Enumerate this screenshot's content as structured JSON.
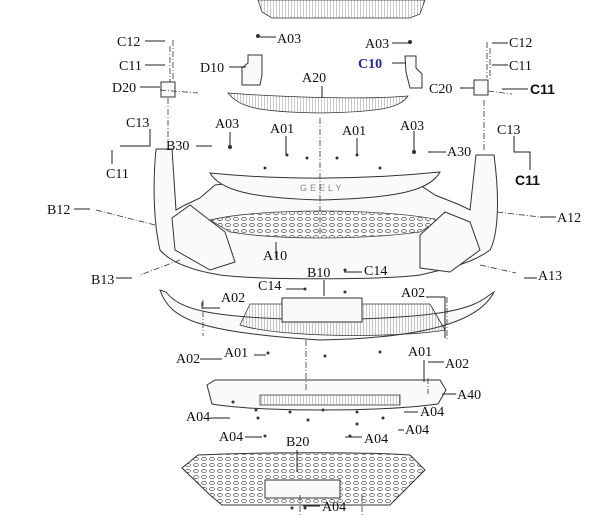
{
  "diagram": {
    "title": "Front bumper exploded parts diagram",
    "colors": {
      "highlight_label": "#2323b8",
      "line": "#222222"
    },
    "logo_text": "GEELY",
    "labels": [
      "C12",
      "C11",
      "D20",
      "A03",
      "D10",
      "A20",
      "A03",
      "C10",
      "C12",
      "C11",
      "C20",
      "C11",
      "C13",
      "A03",
      "A01",
      "A01",
      "A03",
      "B30",
      "A30",
      "C13",
      "C11",
      "C11",
      "B12",
      "A12",
      "A10",
      "B13",
      "A13",
      "B10",
      "C14",
      "C14",
      "A02",
      "A02",
      "A02",
      "A01",
      "A01",
      "A02",
      "A40",
      "A04",
      "A04",
      "A04",
      "A04",
      "A04",
      "B20",
      "A04"
    ]
  }
}
